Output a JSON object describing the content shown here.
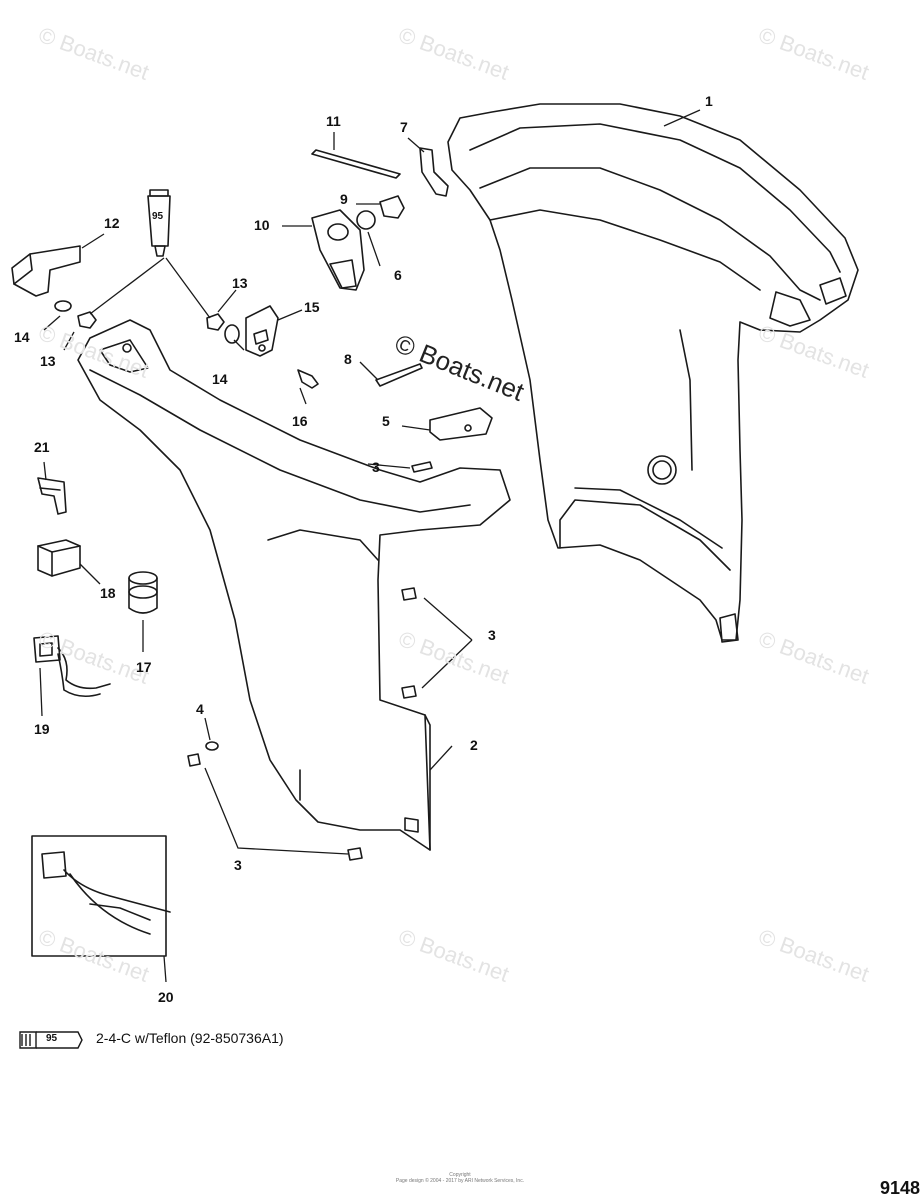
{
  "watermarks": [
    "© Boats.net",
    "© Boats.net",
    "© Boats.net",
    "© Boats.net",
    "© Boats.net",
    "© Boats.net",
    "© Boats.net",
    "© Boats.net",
    "© Boats.net",
    "© Boats.net",
    "© Boats.net"
  ],
  "center_watermark": "© Boats.net",
  "callouts": [
    "1",
    "2",
    "3",
    "3",
    "3",
    "3",
    "4",
    "5",
    "6",
    "7",
    "8",
    "9",
    "10",
    "11",
    "12",
    "13",
    "13",
    "14",
    "14",
    "15",
    "16",
    "17",
    "18",
    "19",
    "20",
    "21"
  ],
  "legend": {
    "tube_label": "95",
    "text": "2-4-C w/Teflon (92-850736A1)"
  },
  "glue_tube_label": "95",
  "figure_number": "9148",
  "copyright": [
    "Copyright",
    "Page design © 2004 - 2017 by ARI Network Services, Inc."
  ]
}
